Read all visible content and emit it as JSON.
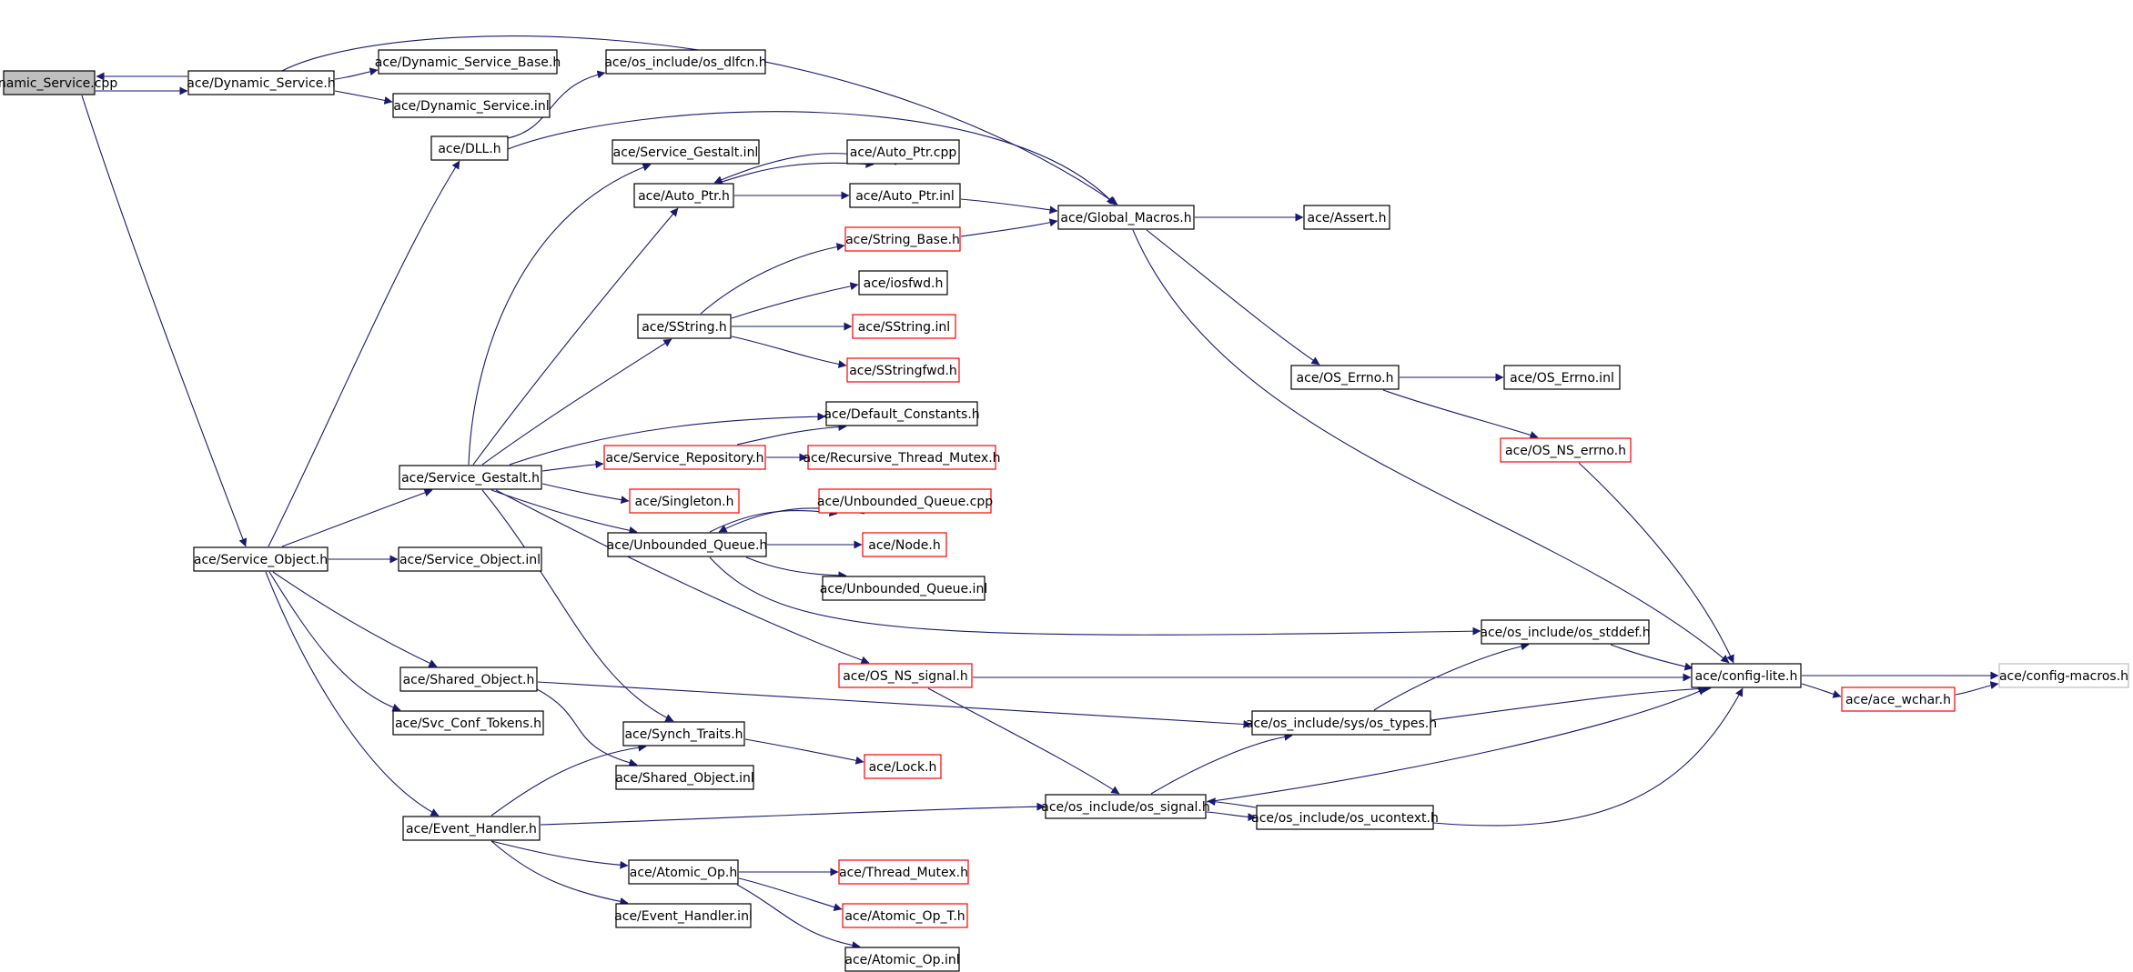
{
  "colors": {
    "background": "#ffffff",
    "edge": "#191970",
    "border_normal": "#000000",
    "border_red": "#ff0000",
    "border_external": "#bfbfbf",
    "root_fill": "#bfbfbf"
  },
  "nodes": [
    {
      "id": "n0",
      "label": "Dynamic_Service.cpp",
      "kind": "root"
    },
    {
      "id": "n1",
      "label": "ace/Dynamic_Service.h",
      "kind": "normal"
    },
    {
      "id": "n2",
      "label": "ace/Dynamic_Service_Base.h",
      "kind": "normal"
    },
    {
      "id": "n3",
      "label": "ace/Dynamic_Service.inl",
      "kind": "normal"
    },
    {
      "id": "n4",
      "label": "ace/os_include/os_dlfcn.h",
      "kind": "normal"
    },
    {
      "id": "n5",
      "label": "ace/DLL.h",
      "kind": "normal"
    },
    {
      "id": "n6",
      "label": "ace/Service_Gestalt.inl",
      "kind": "normal"
    },
    {
      "id": "n7",
      "label": "ace/Auto_Ptr.cpp",
      "kind": "normal"
    },
    {
      "id": "n8",
      "label": "ace/Auto_Ptr.h",
      "kind": "normal"
    },
    {
      "id": "n9",
      "label": "ace/Auto_Ptr.inl",
      "kind": "normal"
    },
    {
      "id": "n10",
      "label": "ace/Global_Macros.h",
      "kind": "normal"
    },
    {
      "id": "n11",
      "label": "ace/Assert.h",
      "kind": "normal"
    },
    {
      "id": "n12",
      "label": "ace/String_Base.h",
      "kind": "red"
    },
    {
      "id": "n13",
      "label": "ace/iosfwd.h",
      "kind": "normal"
    },
    {
      "id": "n14",
      "label": "ace/SString.h",
      "kind": "normal"
    },
    {
      "id": "n15",
      "label": "ace/SString.inl",
      "kind": "red"
    },
    {
      "id": "n16",
      "label": "ace/SStringfwd.h",
      "kind": "red"
    },
    {
      "id": "n17",
      "label": "ace/OS_Errno.h",
      "kind": "normal"
    },
    {
      "id": "n18",
      "label": "ace/OS_Errno.inl",
      "kind": "normal"
    },
    {
      "id": "n19",
      "label": "ace/Default_Constants.h",
      "kind": "normal"
    },
    {
      "id": "n20",
      "label": "ace/Service_Repository.h",
      "kind": "red"
    },
    {
      "id": "n21",
      "label": "ace/Recursive_Thread_Mutex.h",
      "kind": "red"
    },
    {
      "id": "n22",
      "label": "ace/OS_NS_errno.h",
      "kind": "red"
    },
    {
      "id": "n23",
      "label": "ace/Service_Gestalt.h",
      "kind": "normal"
    },
    {
      "id": "n24",
      "label": "ace/Singleton.h",
      "kind": "red"
    },
    {
      "id": "n25",
      "label": "ace/Unbounded_Queue.cpp",
      "kind": "red"
    },
    {
      "id": "n26",
      "label": "ace/Unbounded_Queue.h",
      "kind": "normal"
    },
    {
      "id": "n27",
      "label": "ace/Node.h",
      "kind": "red"
    },
    {
      "id": "n28",
      "label": "ace/Service_Object.h",
      "kind": "normal"
    },
    {
      "id": "n29",
      "label": "ace/Service_Object.inl",
      "kind": "normal"
    },
    {
      "id": "n30",
      "label": "ace/Unbounded_Queue.inl",
      "kind": "normal"
    },
    {
      "id": "n31",
      "label": "ace/os_include/os_stddef.h",
      "kind": "normal"
    },
    {
      "id": "n32",
      "label": "ace/OS_NS_signal.h",
      "kind": "red"
    },
    {
      "id": "n33",
      "label": "ace/config-lite.h",
      "kind": "normal"
    },
    {
      "id": "n34",
      "label": "ace/config-macros.h",
      "kind": "external"
    },
    {
      "id": "n35",
      "label": "ace/Shared_Object.h",
      "kind": "normal"
    },
    {
      "id": "n36",
      "label": "ace/ace_wchar.h",
      "kind": "red"
    },
    {
      "id": "n37",
      "label": "ace/os_include/sys/os_types.h",
      "kind": "normal"
    },
    {
      "id": "n38",
      "label": "ace/Svc_Conf_Tokens.h",
      "kind": "normal"
    },
    {
      "id": "n39",
      "label": "ace/Synch_Traits.h",
      "kind": "normal"
    },
    {
      "id": "n40",
      "label": "ace/Lock.h",
      "kind": "red"
    },
    {
      "id": "n41",
      "label": "ace/Shared_Object.inl",
      "kind": "normal"
    },
    {
      "id": "n42",
      "label": "ace/os_include/os_signal.h",
      "kind": "normal"
    },
    {
      "id": "n43",
      "label": "ace/os_include/os_ucontext.h",
      "kind": "normal"
    },
    {
      "id": "n44",
      "label": "ace/Event_Handler.h",
      "kind": "normal"
    },
    {
      "id": "n45",
      "label": "ace/Atomic_Op.h",
      "kind": "normal"
    },
    {
      "id": "n46",
      "label": "ace/Thread_Mutex.h",
      "kind": "red"
    },
    {
      "id": "n47",
      "label": "ace/Atomic_Op_T.h",
      "kind": "red"
    },
    {
      "id": "n48",
      "label": "ace/Event_Handler.inl",
      "kind": "normal"
    },
    {
      "id": "n49",
      "label": "ace/Atomic_Op.inl",
      "kind": "normal"
    }
  ],
  "edges": [
    [
      "n0",
      "n1"
    ],
    [
      "n1",
      "n0"
    ],
    [
      "n0",
      "n28"
    ],
    [
      "n1",
      "n2"
    ],
    [
      "n1",
      "n3"
    ],
    [
      "n1",
      "n10"
    ],
    [
      "n5",
      "n4"
    ],
    [
      "n5",
      "n10"
    ],
    [
      "n28",
      "n5"
    ],
    [
      "n28",
      "n23"
    ],
    [
      "n28",
      "n29"
    ],
    [
      "n28",
      "n35"
    ],
    [
      "n28",
      "n38"
    ],
    [
      "n28",
      "n44"
    ],
    [
      "n23",
      "n6"
    ],
    [
      "n23",
      "n8"
    ],
    [
      "n23",
      "n14"
    ],
    [
      "n23",
      "n19"
    ],
    [
      "n23",
      "n20"
    ],
    [
      "n23",
      "n24"
    ],
    [
      "n23",
      "n26"
    ],
    [
      "n23",
      "n32"
    ],
    [
      "n23",
      "n39"
    ],
    [
      "n8",
      "n7"
    ],
    [
      "n7",
      "n8"
    ],
    [
      "n8",
      "n9"
    ],
    [
      "n9",
      "n10"
    ],
    [
      "n14",
      "n12"
    ],
    [
      "n14",
      "n13"
    ],
    [
      "n14",
      "n15"
    ],
    [
      "n14",
      "n16"
    ],
    [
      "n12",
      "n10"
    ],
    [
      "n10",
      "n11"
    ],
    [
      "n10",
      "n17"
    ],
    [
      "n10",
      "n33"
    ],
    [
      "n17",
      "n18"
    ],
    [
      "n17",
      "n22"
    ],
    [
      "n22",
      "n33"
    ],
    [
      "n20",
      "n19"
    ],
    [
      "n20",
      "n21"
    ],
    [
      "n26",
      "n25"
    ],
    [
      "n25",
      "n26"
    ],
    [
      "n26",
      "n27"
    ],
    [
      "n26",
      "n30"
    ],
    [
      "n26",
      "n31"
    ],
    [
      "n31",
      "n33"
    ],
    [
      "n32",
      "n33"
    ],
    [
      "n32",
      "n42"
    ],
    [
      "n33",
      "n34"
    ],
    [
      "n33",
      "n36"
    ],
    [
      "n36",
      "n34"
    ],
    [
      "n35",
      "n37"
    ],
    [
      "n35",
      "n41"
    ],
    [
      "n37",
      "n31"
    ],
    [
      "n37",
      "n33"
    ],
    [
      "n39",
      "n40"
    ],
    [
      "n42",
      "n37"
    ],
    [
      "n42",
      "n43"
    ],
    [
      "n43",
      "n42"
    ],
    [
      "n42",
      "n33"
    ],
    [
      "n43",
      "n33"
    ],
    [
      "n44",
      "n39"
    ],
    [
      "n44",
      "n42"
    ],
    [
      "n44",
      "n45"
    ],
    [
      "n44",
      "n48"
    ],
    [
      "n45",
      "n46"
    ],
    [
      "n45",
      "n47"
    ],
    [
      "n45",
      "n49"
    ]
  ]
}
